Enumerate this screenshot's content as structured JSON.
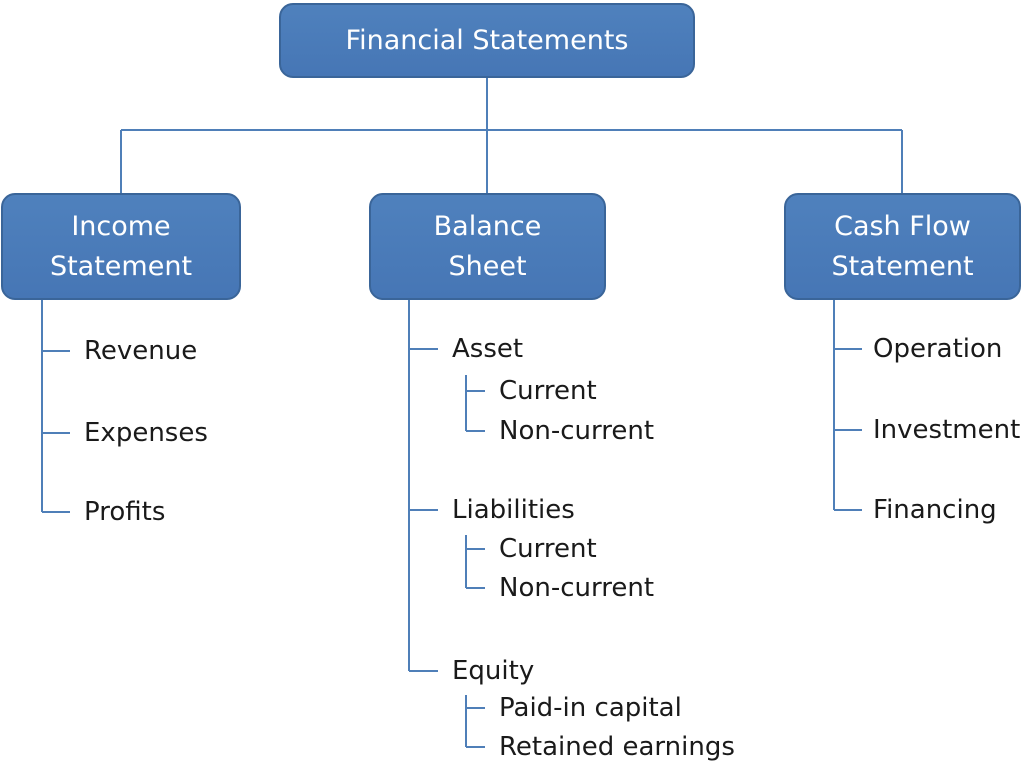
{
  "root": {
    "label": "Financial Statements"
  },
  "columns": [
    {
      "line1": "Income",
      "line2": "Statement",
      "items": [
        "Revenue",
        "Expenses",
        "Profits"
      ]
    },
    {
      "line1": "Balance",
      "line2": "Sheet",
      "groups": [
        {
          "label": "Asset",
          "children": [
            "Current",
            "Non-current"
          ]
        },
        {
          "label": "Liabilities",
          "children": [
            "Current",
            "Non-current"
          ]
        },
        {
          "label": "Equity",
          "children": [
            "Paid-in capital",
            "Retained earnings"
          ]
        }
      ]
    },
    {
      "line1": "Cash Flow",
      "line2": "Statement",
      "items": [
        "Operation",
        "Investment",
        "Financing"
      ]
    }
  ],
  "colors": {
    "box_fill": "#4f81bd",
    "box_border": "#3a6599",
    "connector": "#4f7fb8",
    "text": "#1a1a1a"
  }
}
